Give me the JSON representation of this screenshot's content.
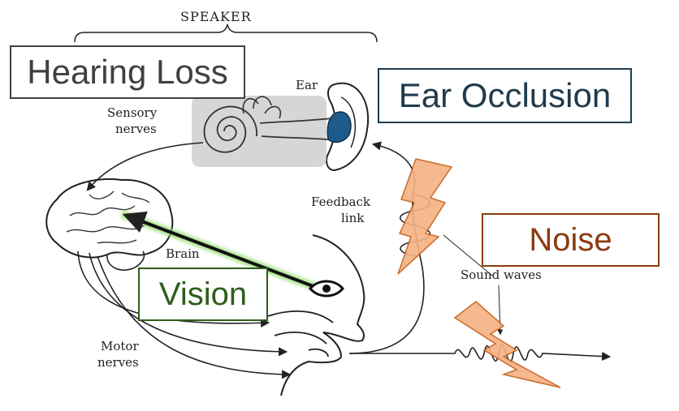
{
  "labels": {
    "speaker": "SPEAKER",
    "ear": "Ear",
    "sensory_line1": "Sensory",
    "sensory_line2": "nerves",
    "brain": "Brain",
    "feedback_line1": "Feedback",
    "feedback_line2": "link",
    "sound_waves": "Sound waves",
    "motor_line1": "Motor",
    "motor_line2": "nerves"
  },
  "overlays": {
    "hearing_loss": "Hearing Loss",
    "ear_occlusion": "Ear Occlusion",
    "noise": "Noise",
    "vision": "Vision"
  },
  "colors": {
    "hearing_loss": "#404040",
    "ear_occlusion": "#1f3b4d",
    "noise": "#8b3a10",
    "vision": "#2e5e1a",
    "lightning_fill": "#f4b183",
    "lightning_stroke": "#c55a11",
    "ear_plug": "#1f5b8a"
  },
  "icons": [
    "eye-icon",
    "lightning-bolt-icon"
  ]
}
